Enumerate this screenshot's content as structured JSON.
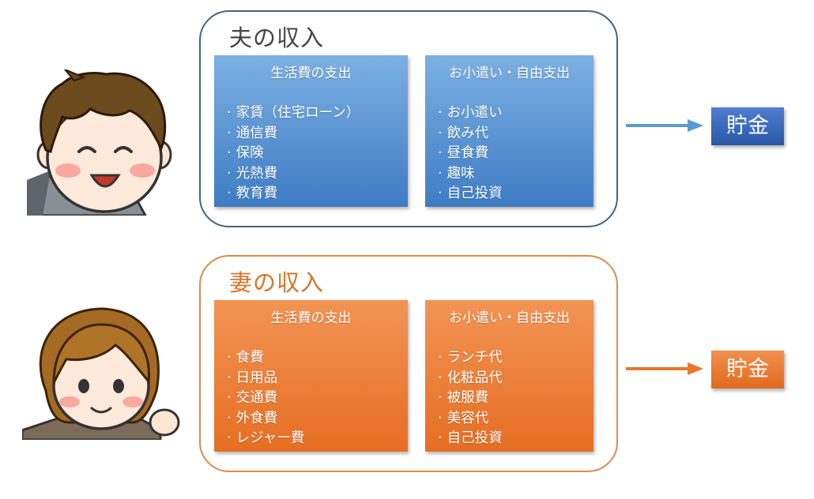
{
  "husband": {
    "title": "夫の収入",
    "living": {
      "heading": "生活費の支出",
      "items": [
        "家賃（住宅ローン）",
        "通信費",
        "保険",
        "光熱費",
        "教育費"
      ]
    },
    "allowance": {
      "heading": "お小遣い・自由支出",
      "items": [
        "お小遣い",
        "飲み代",
        "昼食費",
        "趣味",
        "自己投資"
      ]
    },
    "savings": "貯金"
  },
  "wife": {
    "title": "妻の収入",
    "living": {
      "heading": "生活費の支出",
      "items": [
        "食費",
        "日用品",
        "交通費",
        "外食費",
        "レジャー費"
      ]
    },
    "allowance": {
      "heading": "お小遣い・自由支出",
      "items": [
        "ランチ代",
        "化粧品代",
        "被服費",
        "美容代",
        "自己投資"
      ]
    },
    "savings": "貯金"
  },
  "colors": {
    "husband_accent": "#3e7cc4",
    "wife_accent": "#e66e22",
    "husband_frame": "#3f6680",
    "wife_frame": "#e28a45"
  },
  "icons": {
    "husband_avatar": "smiling-man-avatar-icon",
    "wife_avatar": "smiling-woman-avatar-icon",
    "flow_arrow": "arrow-right-icon"
  }
}
